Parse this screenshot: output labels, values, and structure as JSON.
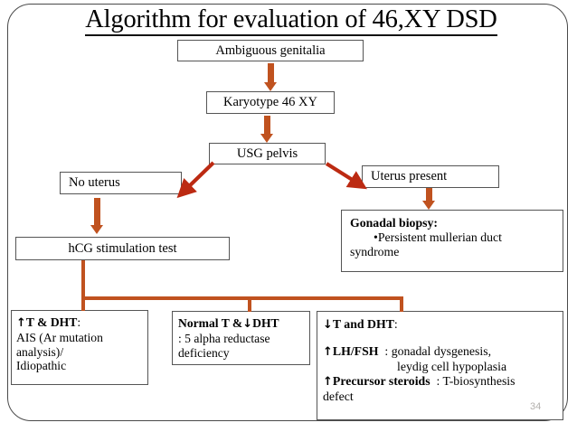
{
  "slide": {
    "title": "Algorithm for evaluation of 46,XY DSD",
    "page_number": "34",
    "accent_color": "#C0521F",
    "box_border_color": "#555555",
    "frame_color": "#4A4A4A",
    "background": "#FFFFFF"
  },
  "nodes": {
    "ambiguous_genitalia": "Ambiguous genitalia",
    "karyotype": "Karyotype 46 XY",
    "usg_pelvis": "USG pelvis",
    "no_uterus": "No uterus",
    "uterus_present": "Uterus present",
    "hcg_test": "hCG stimulation test",
    "gonadal_biopsy": {
      "heading": "Gonadal biopsy:",
      "bullet": "•Persistent mullerian duct",
      "bullet_cont": "syndrome"
    },
    "result_1": {
      "heading_arrow": "↑",
      "heading": "T & DHT",
      "heading_suffix": ":",
      "line_1": "AIS (Ar mutation",
      "line_2": "analysis)/",
      "line_3": "Idiopathic"
    },
    "result_2": {
      "heading_a": "Normal T  &",
      "heading_arrow": "↓",
      "heading_b": "DHT",
      "line_1": ": 5 alpha reductase",
      "line_2": "deficiency"
    },
    "result_3": {
      "heading_arrow": "↓",
      "heading": "T and DHT",
      "heading_suffix": ":",
      "row_1_arrow": "↑",
      "row_1_label": "LH/FSH",
      "row_1_value": ": gonadal dysgenesis,",
      "row_1_value_cont": "leydig cell hypoplasia",
      "row_2_arrow": "↑",
      "row_2_label": "Precursor steroids",
      "row_2_value": ": T-biosynthesis",
      "row_2_value_cont": "defect"
    }
  },
  "connectors": {
    "ambiguous_to_karyotype": "down-arrow",
    "karyotype_to_usg": "down-arrow",
    "usg_to_no_uterus": "diagonal-down-left-arrow",
    "usg_to_uterus_present": "diagonal-down-right-arrow",
    "no_uterus_to_hcg": "down-arrow",
    "uterus_present_to_gonadal_biopsy": "down-arrow",
    "hcg_to_results": "elbow-split-three-ways"
  }
}
